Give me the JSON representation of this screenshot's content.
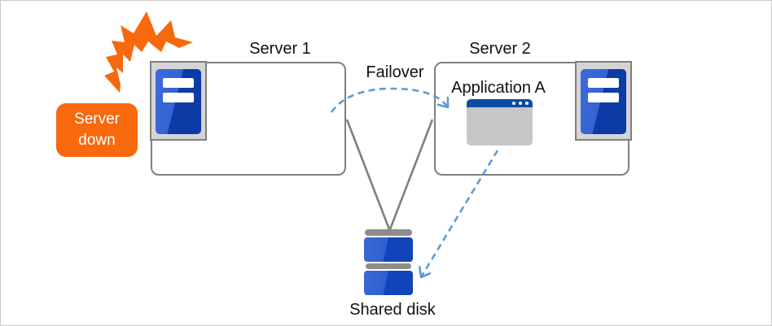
{
  "labels": {
    "server1": "Server 1",
    "server2": "Server 2",
    "failover": "Failover",
    "application": "Application A",
    "shared_disk": "Shared disk",
    "server_down": "Server\ndown"
  },
  "colors": {
    "burst_orange": "#F8690D",
    "badge_orange": "#F8690D",
    "server_blue_light": "#3E6BD9",
    "server_blue_dark": "#0D3BA6",
    "disk_blue_light": "#3A69D6",
    "disk_blue_dark": "#1243B8",
    "window_titlebar_blue": "#0B4DA2",
    "window_body_gray": "#C6C6C6",
    "connector_gray": "#7F7F7F",
    "box_border_gray": "#7F7F7F",
    "dashed_arrow_blue": "#5B9BD5"
  },
  "icons": {
    "burst": "burst-icon",
    "server": "server-tower-icon",
    "app_window": "app-window-icon",
    "shared_disk": "shared-disk-icon",
    "failover_arrow": "dashed-curved-arrow-icon",
    "app_to_disk_arrow": "dashed-straight-arrow-icon"
  }
}
